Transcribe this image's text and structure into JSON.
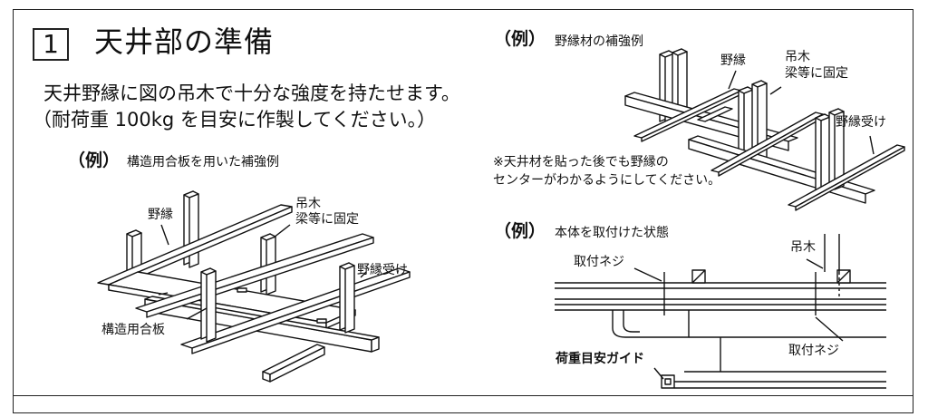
{
  "section": {
    "number": "1",
    "title": "天井部の準備",
    "lead_line1": "天井野縁に図の吊木で十分な強度を持たせます。",
    "lead_line2": "（耐荷重 100kg を目安に作製してください。）"
  },
  "example1": {
    "mark": "（例）",
    "caption": "構造用合板を用いた補強例",
    "label_noen": "野縁",
    "label_tsurigi": "吊木",
    "label_fix": "梁等に固定",
    "label_noen_uke": "野縁受け",
    "label_plywood": "構造用合板"
  },
  "example2": {
    "mark": "（例）",
    "caption": "野縁材の補強例",
    "label_noen": "野縁",
    "label_tsurigi": "吊木",
    "label_fix": "梁等に固定",
    "label_noen_uke": "野縁受け",
    "note_line1": "※天井材を貼った後でも野縁の",
    "note_line2": "センターがわかるようにしてください。"
  },
  "example3": {
    "mark": "（例）",
    "caption": "本体を取付けた状態",
    "label_screw_top": "取付ネジ",
    "label_tsurigi": "吊木",
    "label_screw_bottom": "取付ネジ",
    "label_guide": "荷重目安ガイド"
  }
}
